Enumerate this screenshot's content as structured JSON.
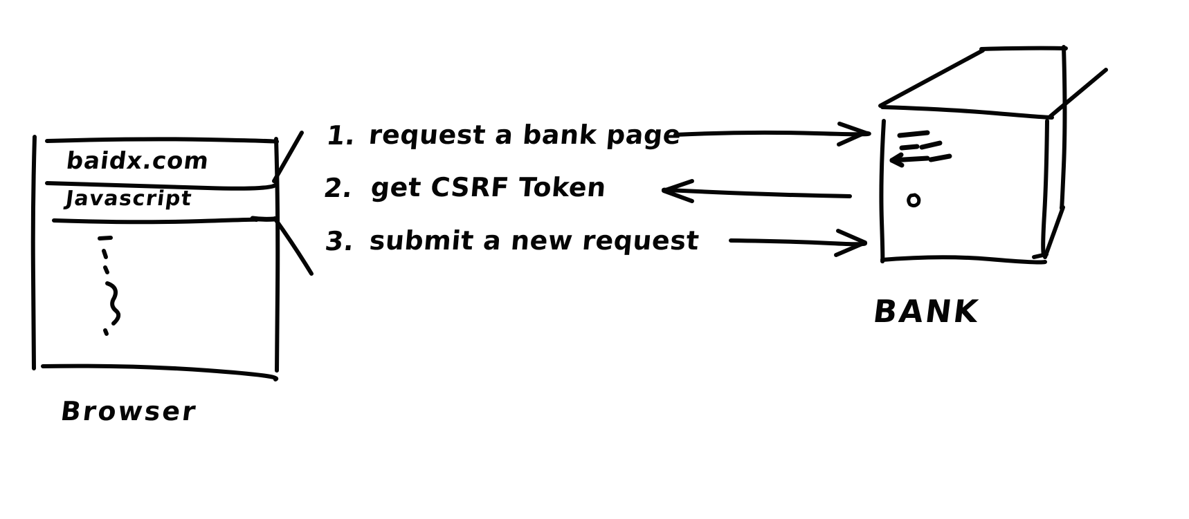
{
  "diagram": {
    "title_hidden": "CSRF token flow between browser and bank server",
    "browser": {
      "label": "Browser",
      "url_bar_value": "baidx.com",
      "script_section_label": "Javascript",
      "body_placeholder_glyphs": "{ }"
    },
    "server": {
      "label": "BANK",
      "front_panel_marks": "slots",
      "power_button": "o"
    },
    "steps": [
      {
        "number": "1.",
        "text": "request a bank page",
        "arrow": "right",
        "arrow_name": "arrow-browser-to-bank-request"
      },
      {
        "number": "2.",
        "text": "get CSRF Token",
        "arrow": "left",
        "arrow_name": "arrow-bank-to-browser-token"
      },
      {
        "number": "3.",
        "text": "submit a new request",
        "arrow": "right",
        "arrow_name": "arrow-browser-to-bank-submit"
      }
    ],
    "colors": {
      "ink": "#050505",
      "paper": "#ffffff"
    }
  }
}
